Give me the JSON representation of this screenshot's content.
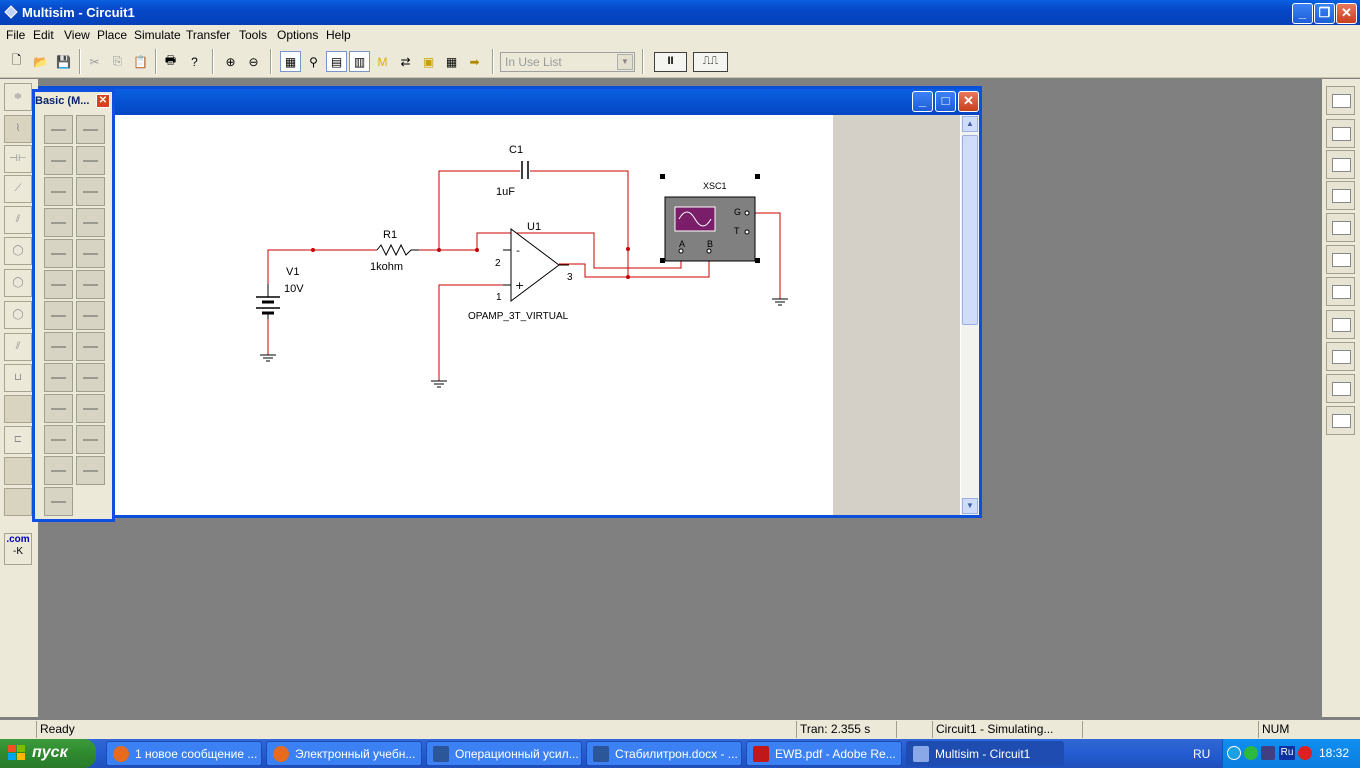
{
  "window": {
    "title": "Multisim - Circuit1"
  },
  "menu": [
    "File",
    "Edit",
    "View",
    "Place",
    "Simulate",
    "Transfer",
    "Tools",
    "Options",
    "Help"
  ],
  "toolbar": {
    "in_use_list": "In Use List",
    "pause_label": "II"
  },
  "basic_palette": {
    "title": "Basic (M..."
  },
  "left_palette": {
    "com_label": ".com"
  },
  "circuit": {
    "c1_name": "C1",
    "c1_value": "1uF",
    "r1_name": "R1",
    "r1_value": "1kohm",
    "v1_name": "V1",
    "v1_value": "10V",
    "u1_name": "U1",
    "u1_model": "OPAMP_3T_VIRTUAL",
    "pin2": "2",
    "pin1": "1",
    "pin3": "3",
    "scope_name": "XSC1",
    "scope_a": "A",
    "scope_b": "B",
    "scope_g": "G",
    "scope_t": "T"
  },
  "status": {
    "ready": "Ready",
    "tran": "Tran: 2.355 s",
    "state": "Circuit1 - Simulating...",
    "num": "NUM"
  },
  "taskbar": {
    "start": "пуск",
    "tasks": [
      "1 новое сообщение ...",
      "Электронный учебн...",
      "Операционный усил...",
      "Стабилитрон.docx - ...",
      "EWB.pdf - Adobe Re...",
      "Multisim - Circuit1"
    ],
    "lang": "RU",
    "tray_ru": "Ru",
    "clock": "18:32"
  },
  "colors": {
    "wire": "#c80000",
    "title_blue": "#0548c8",
    "scope_body": "#808080"
  }
}
